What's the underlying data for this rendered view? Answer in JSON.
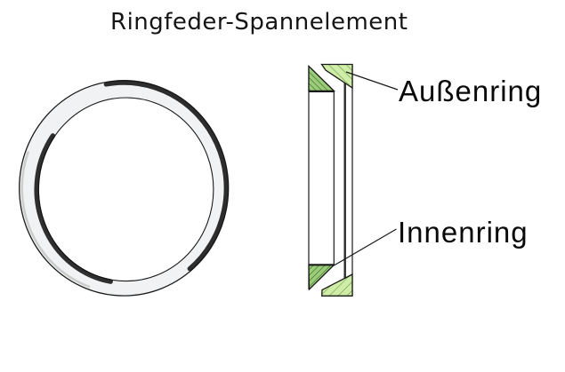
{
  "title": "Ringfeder-Spannelement",
  "figure": {
    "front_view_name": "ring-front-view",
    "section_view_name": "ring-section-view",
    "labels": {
      "outer_ring": "Außenring",
      "inner_ring": "Innenring"
    }
  },
  "colors": {
    "background": "#ffffff",
    "outline": "#1a1a1a",
    "ring_face": "#f1f2f3",
    "inner_ring_section_fill": "#9bcc78",
    "inner_ring_section_hatch": "#2e5c1e",
    "outer_ring_section_fill": "#d0eda7",
    "outer_ring_section_hatch": "#5d9147"
  }
}
